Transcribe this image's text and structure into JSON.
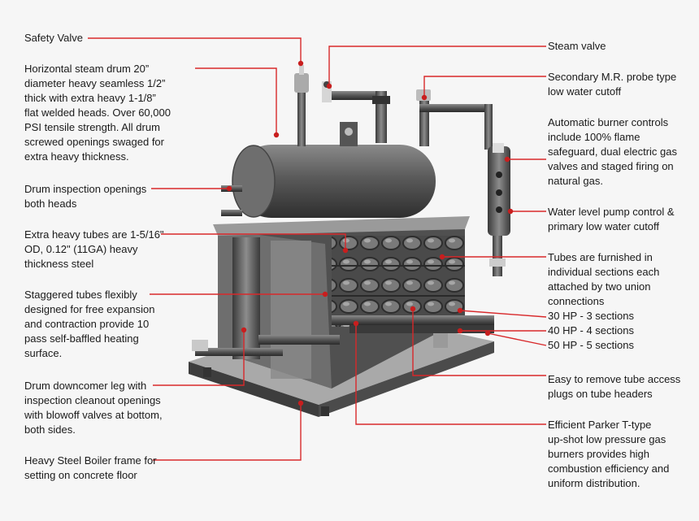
{
  "colors": {
    "leader": "#d8282a",
    "dot": "#c81e1e",
    "bg": "#f6f6f6",
    "steel": "#5d5d5d"
  },
  "labels": {
    "safety_valve": "Safety Valve",
    "steam_drum": "Horizontal steam drum 20”\ndiameter heavy seamless 1/2”\nthick with extra heavy 1-1/8”\nflat welded heads. Over 60,000\nPSI tensile strength. All drum\nscrewed openings swaged for\nextra heavy thickness.",
    "drum_inspection": "Drum inspection openings\nboth heads",
    "extra_heavy_tubes": "Extra heavy tubes are 1-5/16\"\nOD, 0.12\" (11GA) heavy\nthickness steel",
    "staggered_tubes": "Staggered tubes flexibly\ndesigned for free expansion\nand contraction provide 10\npass self-baffled heating\nsurface.",
    "downcomer": "Drum downcomer leg with\ninspection cleanout openings\nwith blowoff valves at bottom,\nboth sides.",
    "frame": "Heavy Steel Boiler frame for\nsetting on concrete floor",
    "steam_valve": "Steam valve",
    "secondary_cutoff": "Secondary M.R. probe type\nlow water cutoff",
    "burner_controls": "Automatic burner controls\ninclude 100% flame\nsafeguard, dual electric gas\nvalves and staged firing on\nnatural gas.",
    "pump_control": "Water level pump control &\nprimary low water cutoff",
    "tube_sections": "Tubes are furnished in\nindividual sections each\nattached by two union\nconnections\n30 HP - 3 sections\n40 HP - 4 sections\n50 HP - 5 sections",
    "access_plugs": "Easy to remove tube access\nplugs on tube headers",
    "burners": "Efficient Parker T-type\nup-shot low pressure gas\nburners provides high\ncombustion efficiency and\nuniform distribution."
  }
}
